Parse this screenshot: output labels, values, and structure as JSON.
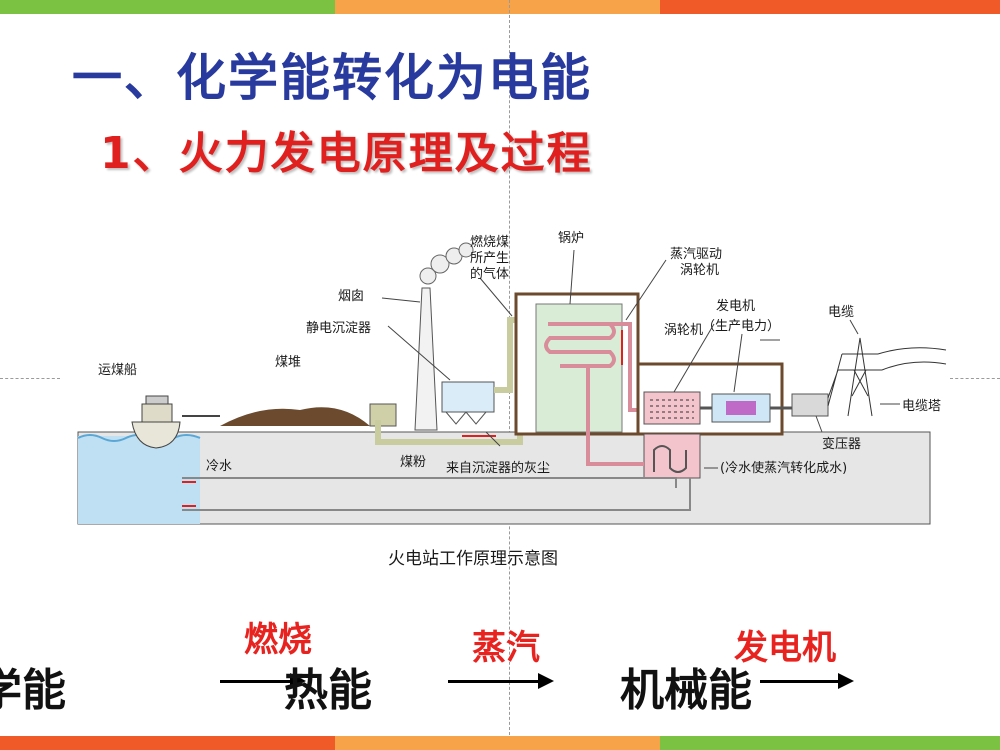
{
  "slide": {
    "title": "一、化学能转化为电能",
    "subtitle": "1、火力发电原理及过程"
  },
  "diagram": {
    "caption": "火电站工作原理示意图",
    "labels": {
      "ship": "运煤船",
      "coal_pile": "煤堆",
      "chimney": "烟囱",
      "precipitator": "静电沉淀器",
      "flue_gas_1": "燃烧煤",
      "flue_gas_2": "所产生",
      "flue_gas_3": "的气体",
      "boiler": "锅炉",
      "steam_drive_1": "蒸汽驱动",
      "steam_drive_2": "涡轮机",
      "turbine": "涡轮机",
      "generator_1": "发电机",
      "generator_2": "（生产电力）",
      "cable": "电缆",
      "tower": "电缆塔",
      "transformer": "变压器",
      "cold_water": "冷水",
      "coal_powder": "煤粉",
      "ash": "来自沉淀器的灰尘",
      "condenser": "(冷水使蒸汽转化成水)"
    }
  },
  "flow": {
    "step1": "学能",
    "process1": "燃烧",
    "step2": "热能",
    "process2": "蒸汽",
    "step3": "机械能",
    "process3": "发电机"
  },
  "colors": {
    "title": "#283a9e",
    "subtitle": "#e8231f",
    "bar_green": "#7cc242",
    "bar_orange": "#f7a34a",
    "bar_red": "#f05a28"
  }
}
